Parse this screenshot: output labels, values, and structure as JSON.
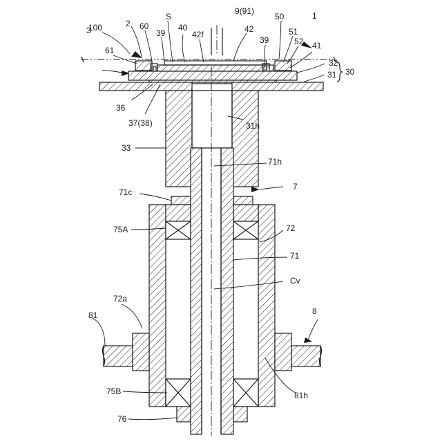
{
  "labels": {
    "l_1": "1",
    "l_2": "2",
    "l_3": "3",
    "l_100": "100",
    "l_60": "60",
    "l_39a": "39",
    "l_S": "S",
    "l_40": "40",
    "l_42f": "42f",
    "l_9": "9(91)",
    "l_42": "42",
    "l_39b": "39",
    "l_50": "50",
    "l_51": "51",
    "l_52": "52",
    "l_41": "41",
    "l_61": "61",
    "l_32": "32",
    "l_30": "30",
    "l_31": "31",
    "l_36": "36",
    "l_37": "37(38)",
    "l_31h": "31h",
    "l_33": "33",
    "l_71h": "71h",
    "l_7": "7",
    "l_71c": "71c",
    "l_72": "72",
    "l_75A": "75A",
    "l_71": "71",
    "l_Cv": "Cv",
    "l_72a": "72a",
    "l_81": "81",
    "l_8": "8",
    "l_75B": "75B",
    "l_81h": "81h",
    "l_76": "76"
  }
}
